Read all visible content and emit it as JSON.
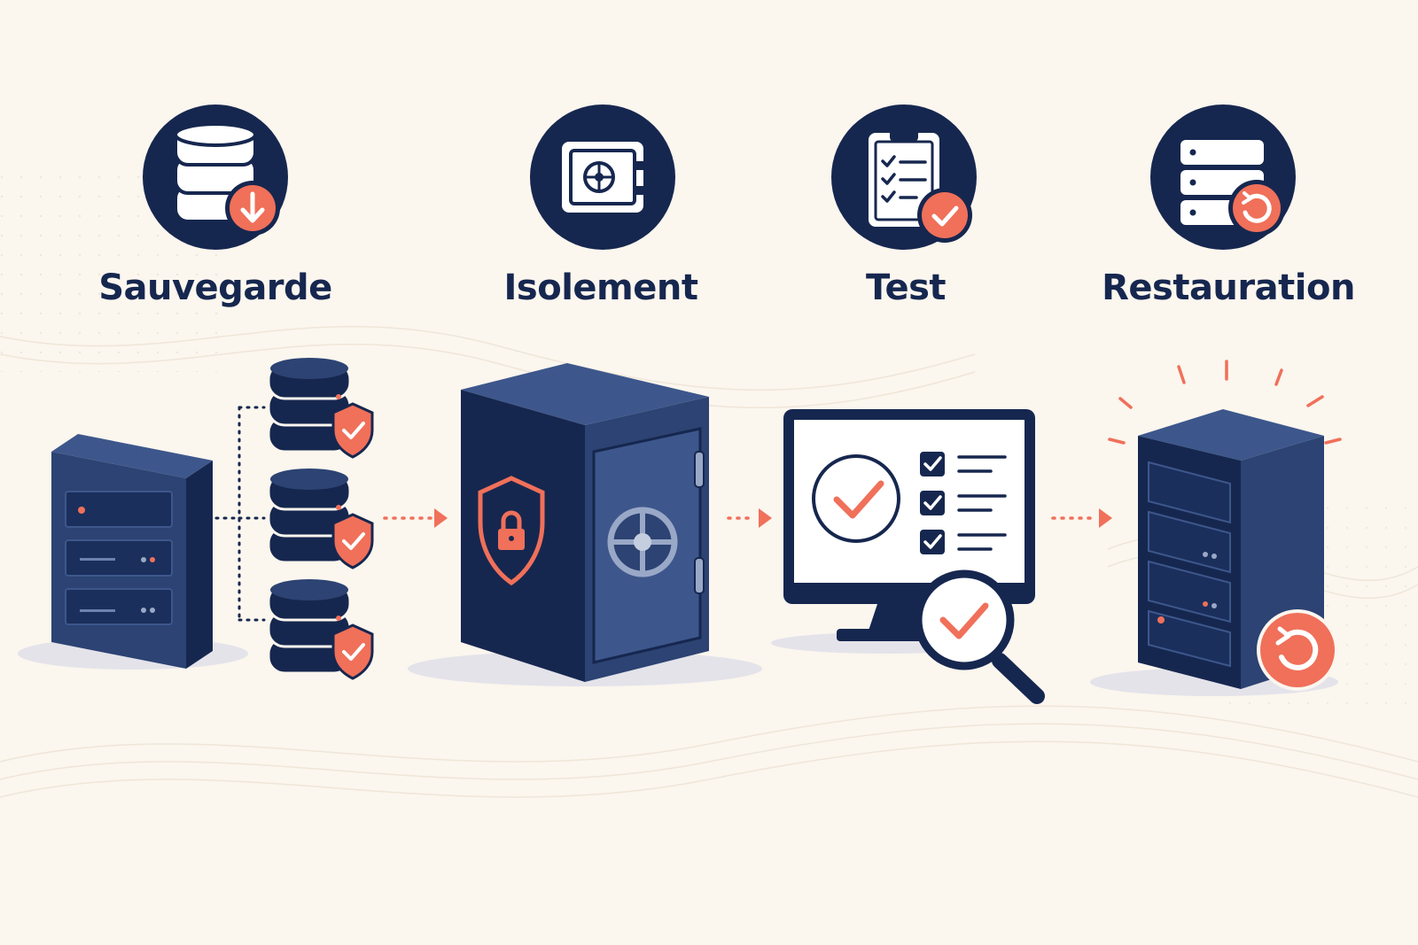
{
  "colors": {
    "background": "#fbf6ee",
    "navy": "#16274f",
    "navy_mid": "#2c4373",
    "navy_light": "#3d578c",
    "accent": "#f0705a",
    "white": "#ffffff"
  },
  "steps": [
    {
      "label": "Sauvegarde",
      "icon": "database-download-icon"
    },
    {
      "label": "Isolement",
      "icon": "vault-safe-icon"
    },
    {
      "label": "Test",
      "icon": "clipboard-check-icon"
    },
    {
      "label": "Restauration",
      "icon": "server-restore-icon"
    }
  ],
  "illustrations": [
    "server-tower-icon",
    "database-shield-icon",
    "vault-shield-lock-icon",
    "monitor-checklist-icon",
    "magnifier-check-icon",
    "server-restore-icon"
  ]
}
